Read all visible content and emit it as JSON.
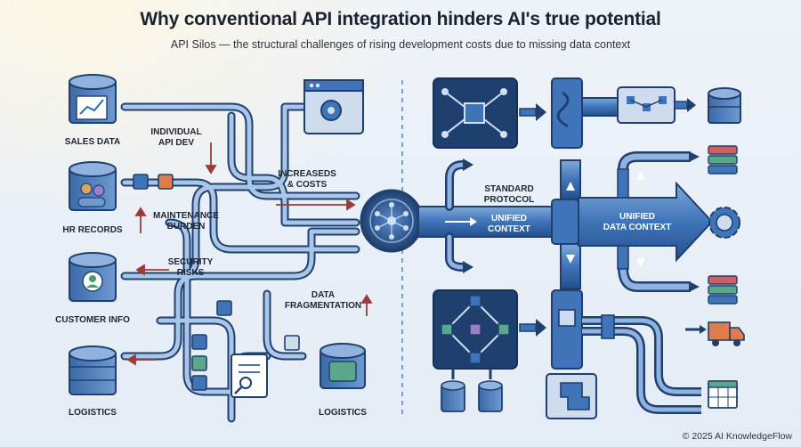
{
  "header": {
    "title": "Why conventional API integration hinders AI's true potential",
    "subtitle": "API Silos — the structural challenges of rising development costs due to missing data context"
  },
  "left": {
    "sources": [
      "SALES DATA",
      "HR RECORDS",
      "CUSTOMER INFO",
      "LOGISTICS"
    ],
    "issues": {
      "individual_1": "INDIVIDUAL",
      "individual_2": "API DEV",
      "costs_1": "INCREASEDS",
      "costs_2": "& COSTS",
      "maintenance_1": "MAINTENANCE",
      "maintenance_2": "BURDEN",
      "security_1": "SECURITY",
      "security_2": "RISKS",
      "frag_1": "DATA",
      "frag_2": "FRAGMENTATION"
    },
    "bottom_db_label": "LOGISTICS"
  },
  "right": {
    "standard_1": "STANDARD",
    "standard_2": "PROTOCOL",
    "unified_1": "UNIFIED",
    "unified_2": "CONTEXT",
    "udc_1": "UNIFIED",
    "udc_2": "DATA CONTEXT"
  },
  "footer": "© 2025 AI KnowledgeFlow",
  "colors": {
    "navy": "#1f3f6e",
    "blue": "#3f74b8",
    "light": "#8fb3de",
    "red": "#9c3a3a"
  }
}
